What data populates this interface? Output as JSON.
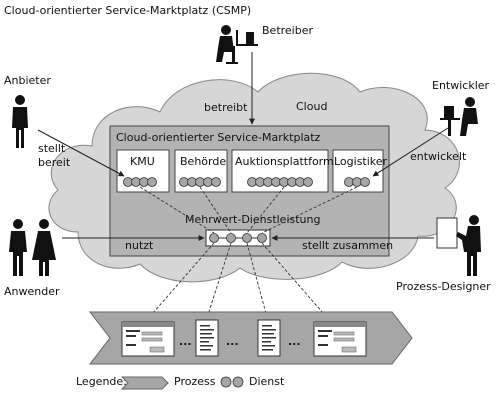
{
  "title": "Cloud-orientierter Service-Marktplatz (CSMP)",
  "cloud_label": "Cloud",
  "marketplace_label": "Cloud-orientierter Service-Marktplatz",
  "categories": [
    "KMU",
    "Behörde",
    "Auktionsplattform",
    "Logistiker"
  ],
  "service_label": "Mehrwert-Dienstleistung",
  "actors": {
    "operator": "Betreiber",
    "provider": "Anbieter",
    "developer": "Entwickler",
    "user": "Anwender",
    "process_designer": "Prozess-Designer"
  },
  "relations": {
    "operates": "betreibt",
    "provides_line1": "stellt",
    "provides_line2": "bereit",
    "develops": "entwickelt",
    "uses": "nutzt",
    "composes": "stellt zusammen"
  },
  "ellipsis": "...",
  "legend": {
    "label": "Legende:",
    "process": "Prozess",
    "service": "Dienst"
  },
  "colors": {
    "cloud": "#d6d6d6",
    "marketplace": "#b3b3b3",
    "category_box": "#ffffff",
    "service_dot": "#a6a6a6",
    "process_band": "#a6a6a6",
    "outline": "#333333"
  }
}
